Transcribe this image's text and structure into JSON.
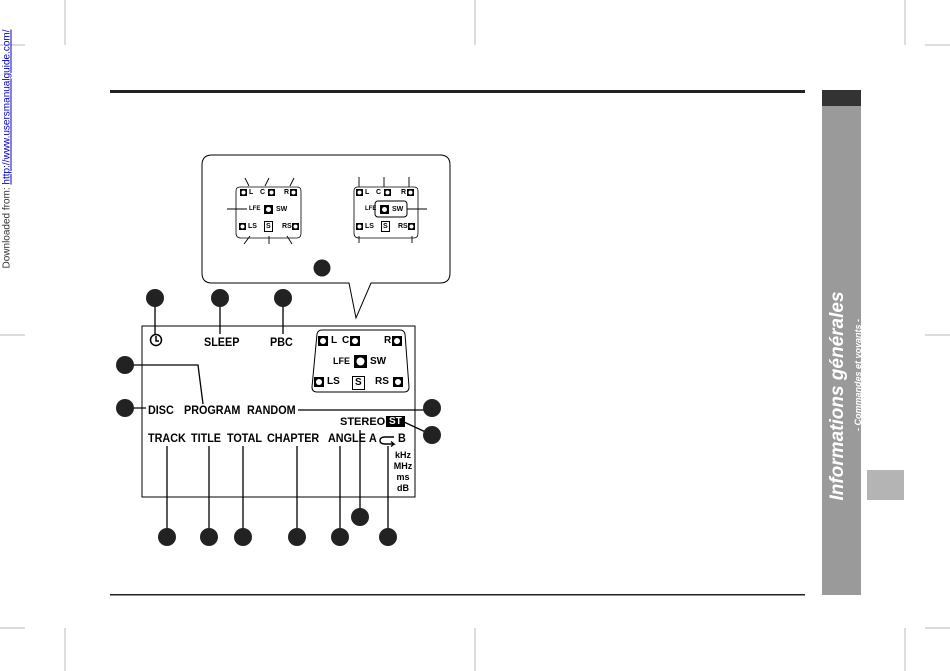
{
  "margin": {
    "prefix": "Downloaded from: ",
    "link": "http://www.usersmanualguide.com/"
  },
  "side_tab": {
    "title": "Informations générales",
    "subtitle": "- Commandes et voyants -"
  },
  "display": {
    "sleep": "SLEEP",
    "pbc": "PBC",
    "disc": "DISC",
    "program": "PROGRAM",
    "random": "RANDOM",
    "stereo": "STEREO",
    "st": "ST",
    "track": "TRACK",
    "title": "TITLE",
    "total": "TOTAL",
    "chapter": "CHAPTER",
    "angle": "ANGLE",
    "a": "A",
    "b": "B",
    "units": [
      "kHz",
      "MHz",
      "ms",
      "dB"
    ]
  },
  "speakers": {
    "l": "L",
    "c": "C",
    "r": "R",
    "lfe": "LFE",
    "sw": "SW",
    "ls": "LS",
    "s": "S",
    "rs": "RS"
  }
}
